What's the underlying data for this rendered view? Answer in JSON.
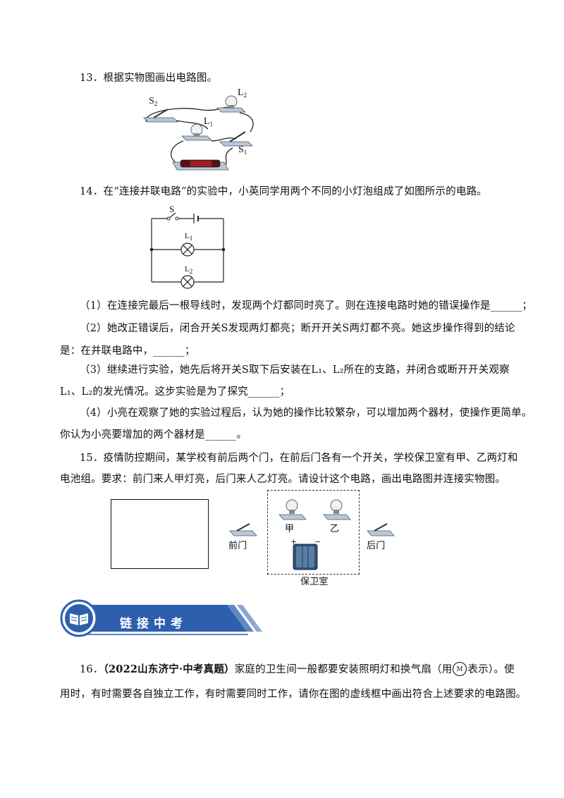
{
  "q13": {
    "text": "13．根据实物图画出电路图。",
    "labels": {
      "S": "S",
      "S2sub": "2",
      "L": "L",
      "L2sub": "2",
      "L1sub": "1",
      "S1sub": "1"
    }
  },
  "q14": {
    "intro": "14．在“连接并联电路”的实验中，小英同学用两个不同的小灯泡组成了如图所示的电路。",
    "diagram": {
      "S": "S",
      "L1": "L",
      "L1sub": "1",
      "L2": "L",
      "L2sub": "2"
    },
    "p1": "（1）在连接完最后一根导线时，发现两个灯都同时亮了。则在连接电路时她的错误操作是______；",
    "p2a": "（2）她改正错误后，闭合开关S发现两灯都亮；断开开关S两灯都不亮。她这步操作得到的结论",
    "p2b": "是：在并联电路中，______；",
    "p3a": "（3）继续进行实验，她先后将开关S取下后安装在L₁、L₂所在的支路，并闭合或断开开关观察",
    "p3b": "L₁、L₂的发光情况。这步实验是为了探究______；",
    "p4a": "（4）小亮在观察了她的实验过程后，认为她的操作比较繁杂，可以增加两个器材，使操作更简单。",
    "p4b": "你认为小亮要增加的两个器材是______。"
  },
  "q15": {
    "line1": "15．疫情防控期间，某学校有前后两个门，在前后门各有一个开关，学校保卫室有甲、乙两灯和",
    "line2": "电池组。要求：前门来人甲灯亮，后门来人乙灯亮。请设计这个电路，画出电路图并连接实物图。",
    "front_door": "前门",
    "back_door": "后门",
    "lamp_jia": "甲",
    "lamp_yi": "乙",
    "guard_room": "保卫室"
  },
  "banner": {
    "title": "链接中考",
    "accent": "#2e5fae"
  },
  "q16": {
    "num": "16．",
    "source": "（2022山东济宁·中考真题）",
    "line1_rest": "家庭的卫生间一般都要安装照明灯和换气扇（用",
    "motor": "M",
    "line1_end": "表示）。使",
    "line2": "用时，有时需要各自独立工作，有时需要同时工作，请你在图的虚线框中画出符合上述要求的电路图。"
  }
}
